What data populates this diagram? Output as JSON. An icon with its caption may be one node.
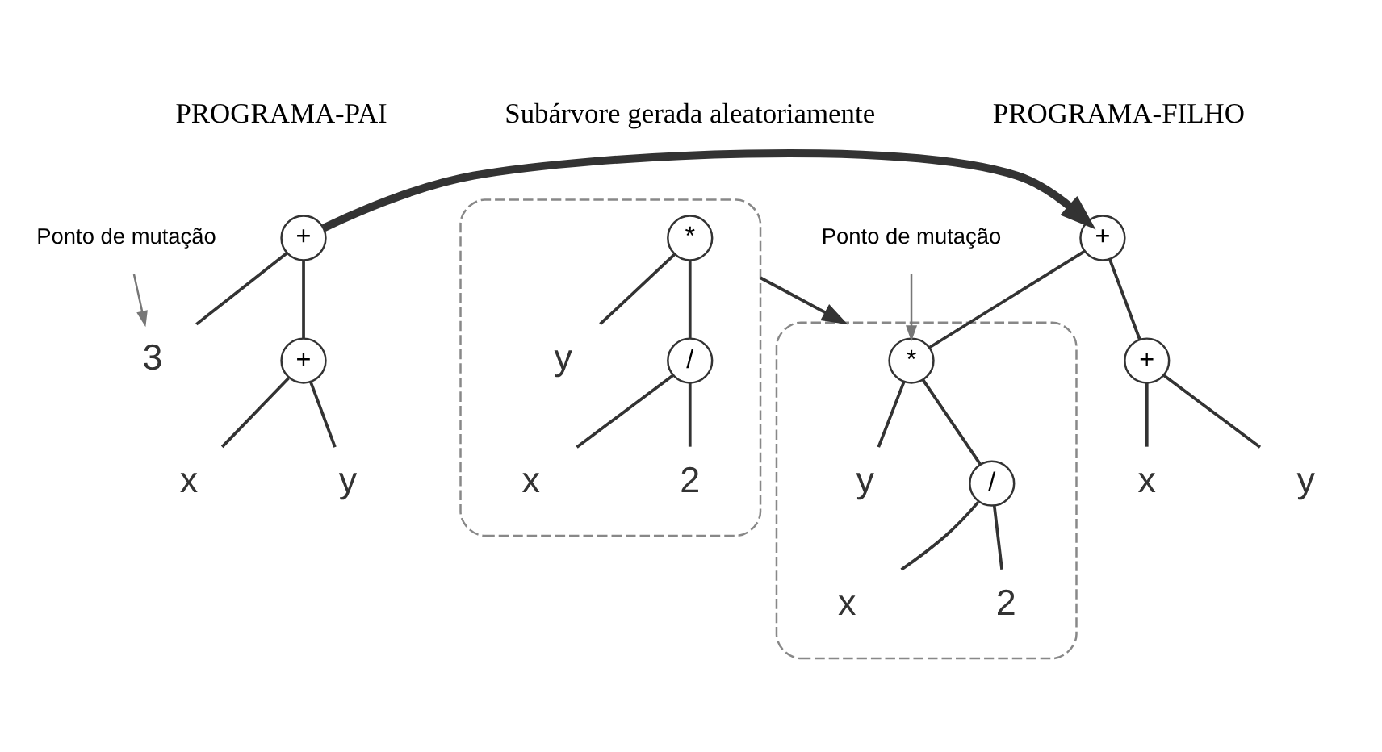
{
  "diagram": {
    "nodes": [
      {
        "text": [
          "+"
        ]
      },
      {
        "text": [
          "+"
        ]
      },
      {
        "text": [
          "x"
        ]
      },
      {
        "text": [
          "y"
        ]
      },
      {
        "text": [
          "3"
        ]
      },
      {
        "text": [
          "Ponto de mutação"
        ]
      },
      {
        "text": [
          "+"
        ]
      },
      {
        "text": [
          "+"
        ]
      },
      {
        "text": [
          "x"
        ]
      },
      {
        "text": [
          "y"
        ]
      },
      {
        "text": [],
        "shape": "ellipse"
      },
      {
        "text": [
          "*"
        ],
        "in": 10
      },
      {
        "text": [
          "y"
        ],
        "in": 10
      },
      {
        "text": [
          "/"
        ],
        "in": 10
      },
      {
        "text": [
          "x"
        ],
        "in": 10
      },
      {
        "text": [
          "2"
        ],
        "in": 10
      },
      {
        "text": [
          "Ponto de mutação"
        ]
      },
      {
        "text": [],
        "shape": "ellipse"
      },
      {
        "text": [
          "*"
        ],
        "in": 17
      },
      {
        "text": [
          "y"
        ],
        "in": 17
      },
      {
        "text": [
          "/"
        ],
        "in": 17
      },
      {
        "text": [
          "x"
        ],
        "in": 17
      },
      {
        "text": [
          "2"
        ],
        "in": 17
      }
    ],
    "edges": [
      {
        "from": 0,
        "to": 1,
        "arrow": "none"
      },
      {
        "from": 0,
        "to": 4,
        "arrow": "none"
      },
      {
        "from": 1,
        "to": 2,
        "arrow": "none"
      },
      {
        "from": 1,
        "to": 3,
        "arrow": "none"
      },
      {
        "from": 5,
        "to": 4,
        "arrow": "to"
      },
      {
        "from": 0,
        "to": 6,
        "arrow": "to",
        "style": "thick"
      },
      {
        "from": 6,
        "to": 7,
        "arrow": "none"
      },
      {
        "from": 6,
        "to": 11,
        "arrow": "none"
      },
      {
        "from": 7,
        "to": 8,
        "arrow": "none"
      },
      {
        "from": 7,
        "to": 9,
        "arrow": "none"
      },
      {
        "from": 11,
        "to": 12,
        "arrow": "none"
      },
      {
        "from": 11,
        "to": 13,
        "arrow": "none"
      },
      {
        "from": 13,
        "to": 14,
        "arrow": "none"
      },
      {
        "from": 13,
        "to": 15,
        "arrow": "none"
      },
      {
        "from": 16,
        "to": 11,
        "arrow": "to"
      },
      {
        "from": 18,
        "to": 19,
        "arrow": "none"
      },
      {
        "from": 18,
        "to": 20,
        "arrow": "none"
      },
      {
        "from": 20,
        "to": 21,
        "arrow": "none"
      },
      {
        "from": 20,
        "to": 22,
        "arrow": "none"
      },
      {
        "from": 17,
        "to": 10,
        "arrow": "to"
      }
    ],
    "labels": [
      "PROGRAMA-PAI",
      "PROGRAMA-FILHO",
      "Subárvore gerada aleatoriamente"
    ]
  }
}
